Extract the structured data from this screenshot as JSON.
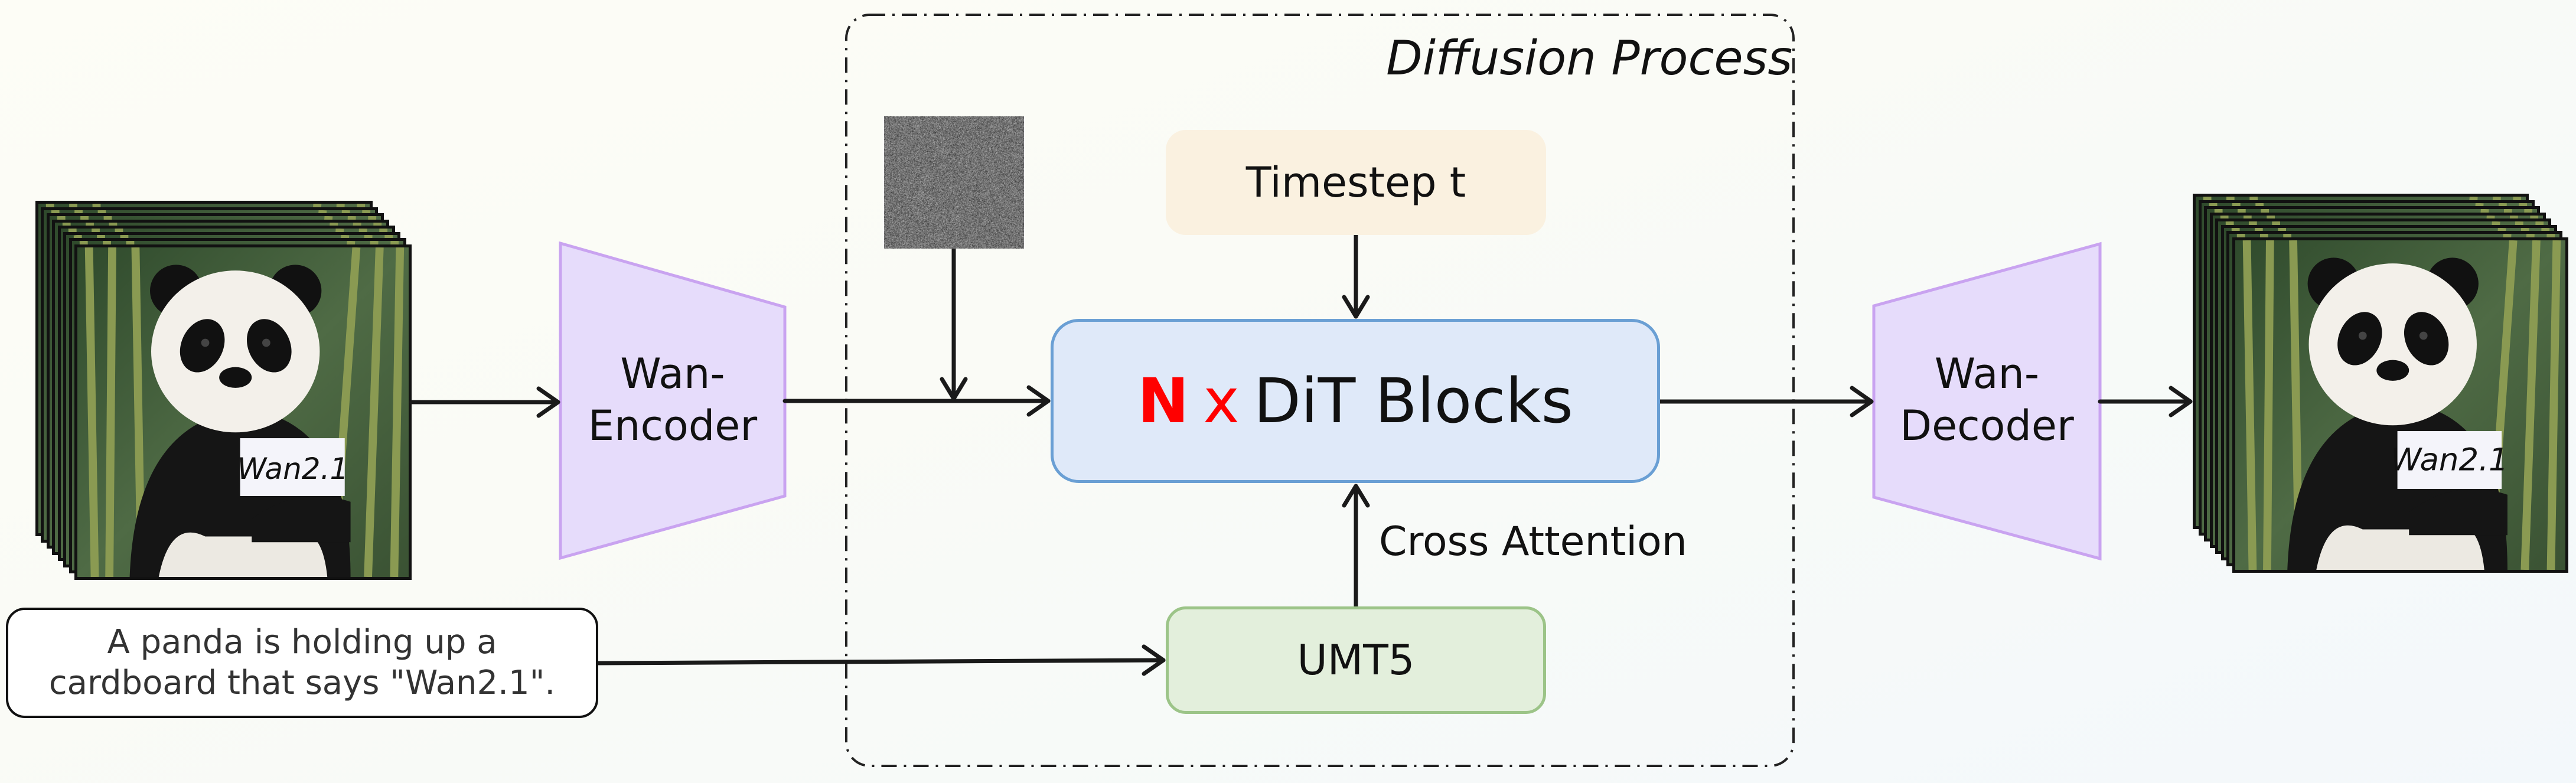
{
  "diagram": {
    "group_title": "Diffusion Process",
    "input_video": {
      "sign_text": "Wan2.1",
      "frame_count": 8
    },
    "output_video": {
      "sign_text": "Wan2.1",
      "frame_count": 8
    },
    "prompt": {
      "line1": "A panda is holding up a",
      "line2": "cardboard that says \"Wan2.1\"."
    },
    "encoder": {
      "line1": "Wan-",
      "line2": "Encoder"
    },
    "decoder": {
      "line1": "Wan-",
      "line2": "Decoder"
    },
    "timestep": {
      "label": "Timestep t"
    },
    "dit": {
      "n": "N",
      "x": "x",
      "label": "DiT Blocks"
    },
    "umt5": {
      "label": "UMT5"
    },
    "cross_attention": {
      "label": "Cross Attention"
    },
    "noise": {
      "icon": "gaussian-noise-image"
    }
  },
  "colors": {
    "encoder_fill": "#e6dcfb",
    "encoder_stroke": "#c9a3f0",
    "timestep_fill": "#faf1e0",
    "dit_fill": "#dfe9f9",
    "dit_stroke": "#6a9fd4",
    "umt5_fill": "#e3efdc",
    "umt5_stroke": "#9cc488",
    "accent_red": "#ff0000"
  }
}
